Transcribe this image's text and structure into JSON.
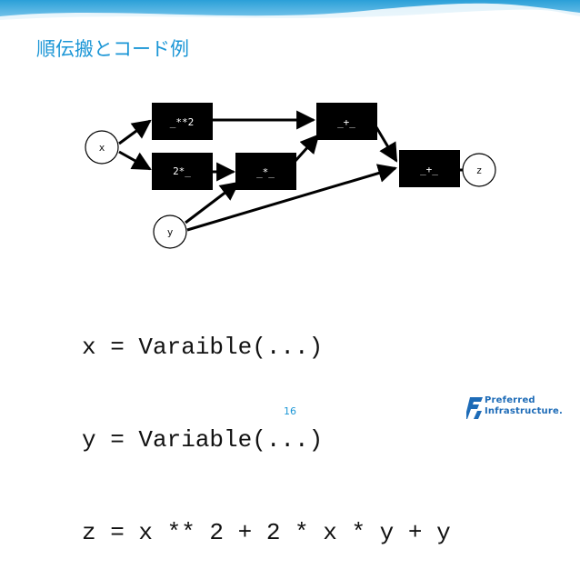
{
  "slide": {
    "title": "順伝搬とコード例",
    "page_number": "16"
  },
  "colors": {
    "accent": "#1b96d6",
    "node_fill": "#000000",
    "node_text": "#ffffff",
    "edge": "#000000",
    "logo": "#1d6bb7"
  },
  "diagram": {
    "nodes": {
      "x": "x",
      "y": "y",
      "z": "z",
      "square": "_**2",
      "times_two": "2*_",
      "multiply": "_*_",
      "add_top": "_+_",
      "add_final": "_+_"
    }
  },
  "code": {
    "lines": [
      "x = Varaible(...)",
      "y = Variable(...)",
      "z = x ** 2 + 2 * x * y + y"
    ]
  },
  "logo": {
    "line1": "Preferred",
    "line2": "Infrastructure."
  }
}
